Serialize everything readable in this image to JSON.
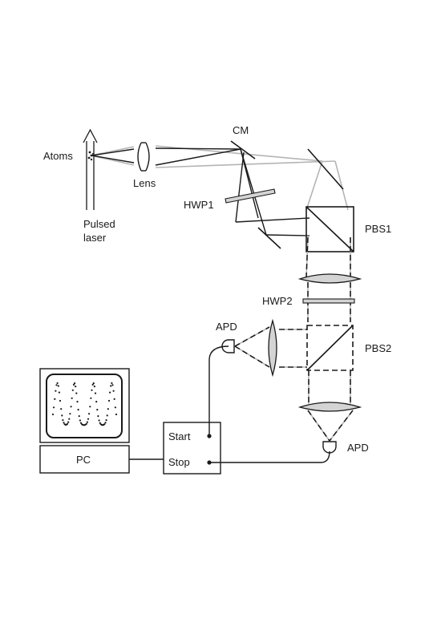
{
  "labels": {
    "atoms": "Atoms",
    "lens": "Lens",
    "pulsed_line1": "Pulsed",
    "pulsed_line2": "laser",
    "cm": "CM",
    "hwp1": "HWP1",
    "pbs1": "PBS1",
    "hwp2": "HWP2",
    "apd_top": "APD",
    "pbs2": "PBS2",
    "apd_bottom": "APD",
    "start": "Start",
    "stop": "Stop",
    "pc": "PC"
  },
  "colors": {
    "stroke": "#1a1a1a",
    "beam_gray": "#b5b5b5",
    "optic_fill": "#d4d4d4",
    "background": "#ffffff"
  }
}
